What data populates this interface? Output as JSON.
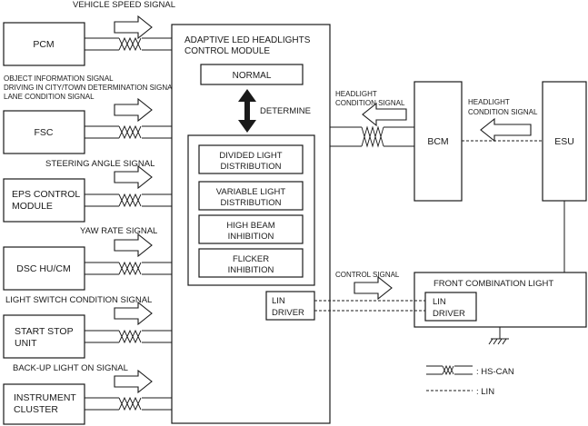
{
  "modules": {
    "pcm": "PCM",
    "fsc": "FSC",
    "eps_line1": "EPS CONTROL",
    "eps_line2": "MODULE",
    "dsc": "DSC HU/CM",
    "start_stop_line1": "START STOP",
    "start_stop_line2": "UNIT",
    "instrument_line1": "INSTRUMENT",
    "instrument_line2": "CLUSTER",
    "bcm": "BCM",
    "esu": "ESU",
    "front_combination_light": "FRONT COMBINATION LIGHT"
  },
  "signals": {
    "vehicle_speed": "VEHICLE SPEED SIGNAL",
    "object_info": "OBJECT INFORMATION SIGNAL",
    "driving_city_town": "DRIVING IN CITY/TOWN DETERMINATION SIGNAL",
    "lane_condition": "LANE CONDITION SIGNAL",
    "steering_angle": "STEERING ANGLE SIGNAL",
    "yaw_rate": "YAW RATE SIGNAL",
    "light_switch": "LIGHT SWITCH CONDITION SIGNAL",
    "back_up_light": "BACK-UP LIGHT ON SIGNAL",
    "headlight_condition_line1": "HEADLIGHT",
    "headlight_condition_line2": "CONDITION SIGNAL",
    "control": "CONTROL SIGNAL"
  },
  "control_module": {
    "title_line1": "ADAPTIVE LED HEADLIGHTS",
    "title_line2": "CONTROL MODULE",
    "normal": "NORMAL",
    "determine": "DETERMINE",
    "divided_line1": "DIVIDED  LIGHT",
    "divided_line2": "DISTRIBUTION",
    "variable_line1": "VARIABLE LIGHT",
    "variable_line2": "DISTRIBUTION",
    "high_beam_line1": "HIGH BEAM",
    "high_beam_line2": "INHIBITION",
    "flicker_line1": "FLICKER",
    "flicker_line2": "INHIBITION",
    "lin_driver_line1": "LIN",
    "lin_driver_line2": "DRIVER"
  },
  "legend": {
    "hs_can": ": HS-CAN",
    "lin": ": LIN"
  }
}
